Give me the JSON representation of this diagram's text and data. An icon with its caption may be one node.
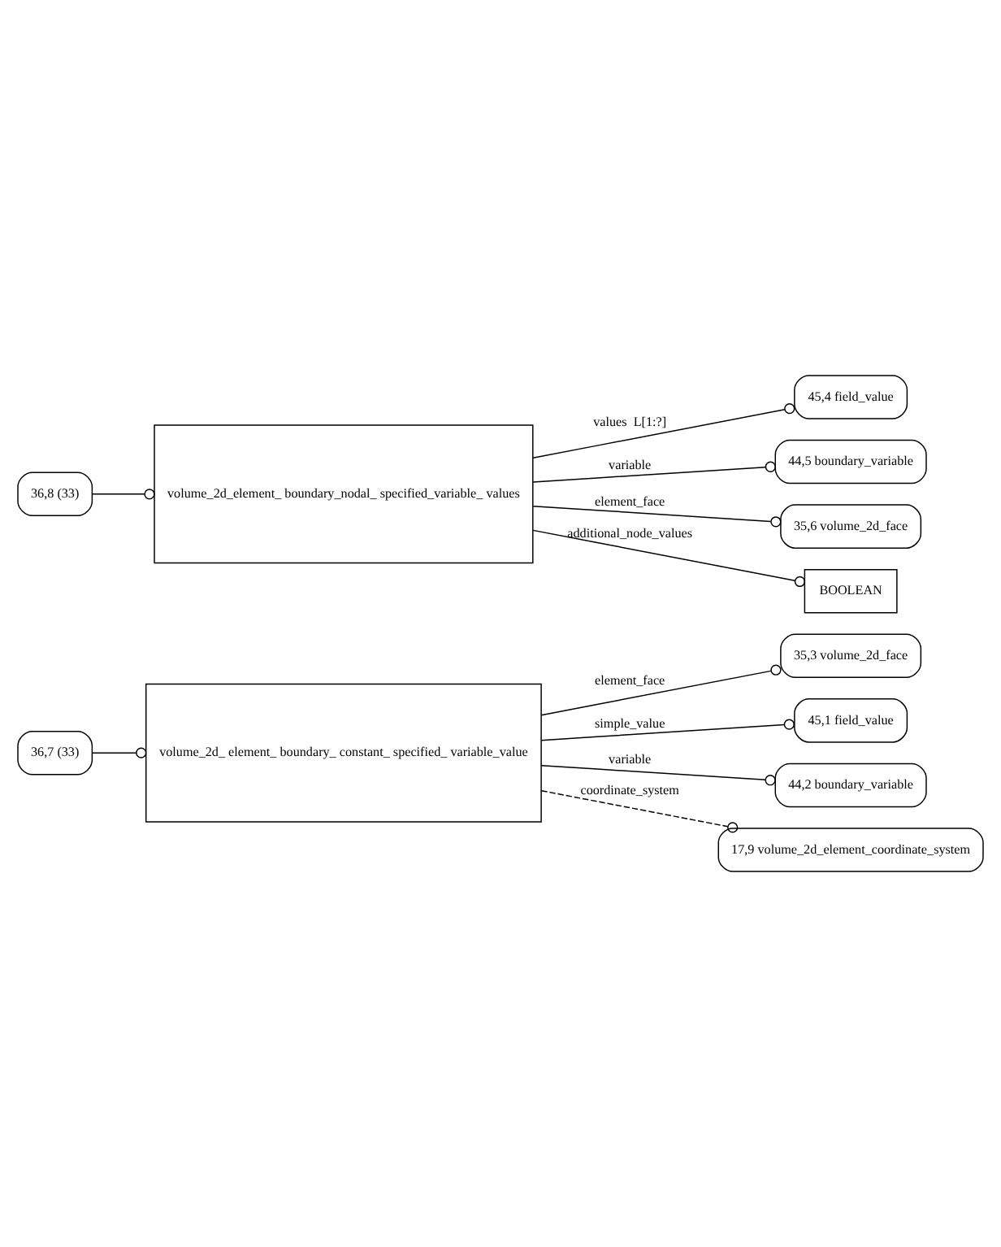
{
  "diagram": {
    "nodes": [
      {
        "text": [
          "volume_2d_ element_ boundary_ constant_ specified_ variable_value"
        ]
      },
      {
        "text": [
          "35,3 volume_2d_face"
        ]
      },
      {
        "text": [
          "45,1 field_value"
        ]
      },
      {
        "text": [
          "36,7 (33)"
        ]
      },
      {
        "text": [
          "44,2 boundary_variable"
        ]
      },
      {
        "text": [
          "17,9 volume_2d_element_coordinate_system"
        ]
      },
      {
        "text": [
          "36,8 (33)"
        ]
      },
      {
        "text": [
          "volume_2d_element_ boundary_nodal_ specified_variable_ values"
        ]
      },
      {
        "text": [
          "45,4 field_value"
        ]
      },
      {
        "text": [
          "44,5 boundary_variable"
        ]
      },
      {
        "text": [
          "35,6 volume_2d_face"
        ]
      },
      {
        "text": [
          "BOOLEAN"
        ]
      }
    ],
    "edges": [
      {
        "from": 0,
        "to": 1,
        "arrow": "other",
        "label": "element_face"
      },
      {
        "from": 0,
        "to": 2,
        "arrow": "other",
        "label": "simple_value"
      },
      {
        "from": 3,
        "to": 0,
        "arrow": "other"
      },
      {
        "from": 0,
        "to": 4,
        "arrow": "other",
        "label": "variable"
      },
      {
        "from": 0,
        "to": 5,
        "arrow": "other",
        "label": "coordinate_system",
        "style": "dashed"
      },
      {
        "from": 6,
        "to": 7,
        "arrow": "other"
      },
      {
        "from": 7,
        "to": 8,
        "arrow": "other",
        "label": "values  L[1:?]"
      },
      {
        "from": 7,
        "to": 9,
        "arrow": "other",
        "label": "variable"
      },
      {
        "from": 7,
        "to": 10,
        "arrow": "other",
        "label": "element_face"
      },
      {
        "from": 7,
        "to": 11,
        "arrow": "other",
        "label": "additional_node_values"
      }
    ]
  }
}
